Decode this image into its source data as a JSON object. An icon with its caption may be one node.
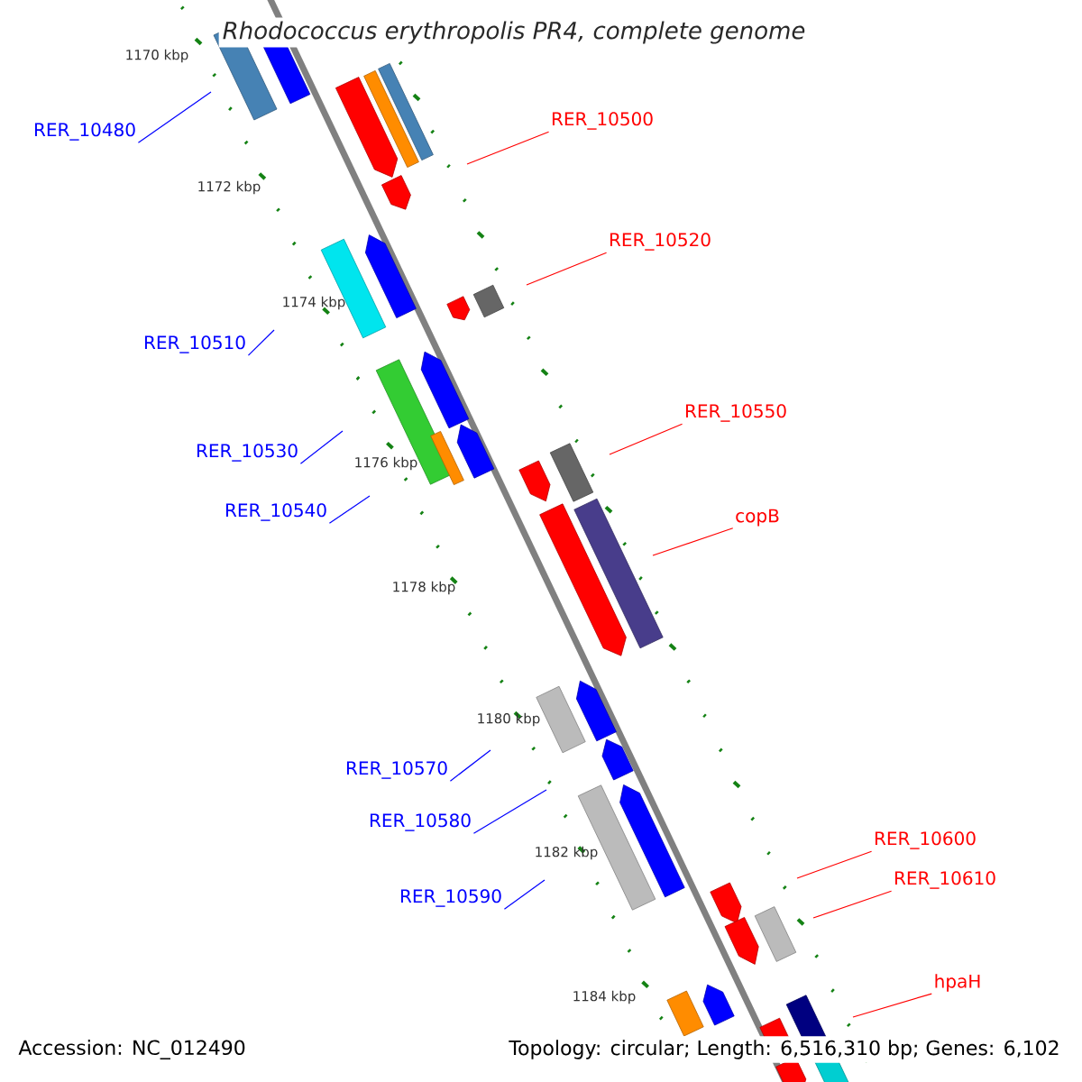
{
  "diagram": {
    "title": "Rhodococcus erythropolis PR4, complete genome",
    "nodes": [
      {
        "text": [
          "RER_10500"
        ]
      },
      {
        "text": [
          "RER_10480"
        ]
      },
      {
        "text": [
          "RER_10520"
        ]
      },
      {
        "text": [
          "RER_10510"
        ]
      },
      {
        "text": [
          "RER_10550"
        ]
      },
      {
        "text": [
          "RER_10530"
        ]
      },
      {
        "text": [
          "RER_10540"
        ]
      },
      {
        "text": [
          "copB"
        ]
      },
      {
        "text": [
          "RER_10570"
        ]
      },
      {
        "text": [
          "RER_10580"
        ]
      },
      {
        "text": [
          "RER_10600"
        ]
      },
      {
        "text": [
          "RER_10610"
        ]
      },
      {
        "text": [
          "RER_10590"
        ]
      },
      {
        "text": [
          "hpaH"
        ]
      }
    ],
    "edges": [
      {
        "from": 0,
        "to": null,
        "arrow": "none",
        "color": "#ff0000"
      },
      {
        "from": 1,
        "to": null,
        "arrow": "none",
        "color": "#0000ff"
      },
      {
        "from": 2,
        "to": null,
        "arrow": "none",
        "color": "#ff0000"
      },
      {
        "from": 3,
        "to": null,
        "arrow": "none",
        "color": "#0000ff"
      },
      {
        "from": 4,
        "to": null,
        "arrow": "none",
        "color": "#ff0000"
      },
      {
        "from": 5,
        "to": null,
        "arrow": "none",
        "color": "#0000ff"
      },
      {
        "from": 6,
        "to": null,
        "arrow": "none",
        "color": "#0000ff"
      },
      {
        "from": 7,
        "to": null,
        "arrow": "none",
        "color": "#ff0000"
      },
      {
        "from": 8,
        "to": null,
        "arrow": "none",
        "color": "#0000ff"
      },
      {
        "from": 9,
        "to": null,
        "arrow": "none",
        "color": "#0000ff"
      },
      {
        "from": 10,
        "to": null,
        "arrow": "none",
        "color": "#ff0000"
      },
      {
        "from": 11,
        "to": null,
        "arrow": "none",
        "color": "#ff0000"
      },
      {
        "from": 12,
        "to": null,
        "arrow": "none",
        "color": "#0000ff"
      },
      {
        "from": 13,
        "to": null,
        "arrow": "none",
        "color": "#ff0000"
      }
    ],
    "labels": [
      "1170 kbp",
      "1172 kbp",
      "1174 kbp",
      "1176 kbp",
      "1178 kbp",
      "1180 kbp",
      "1182 kbp",
      "1184 kbp",
      "Accession: NC_012490",
      "Topology: circular; Length: 6,516,310 bp; Genes: 6,102"
    ]
  }
}
